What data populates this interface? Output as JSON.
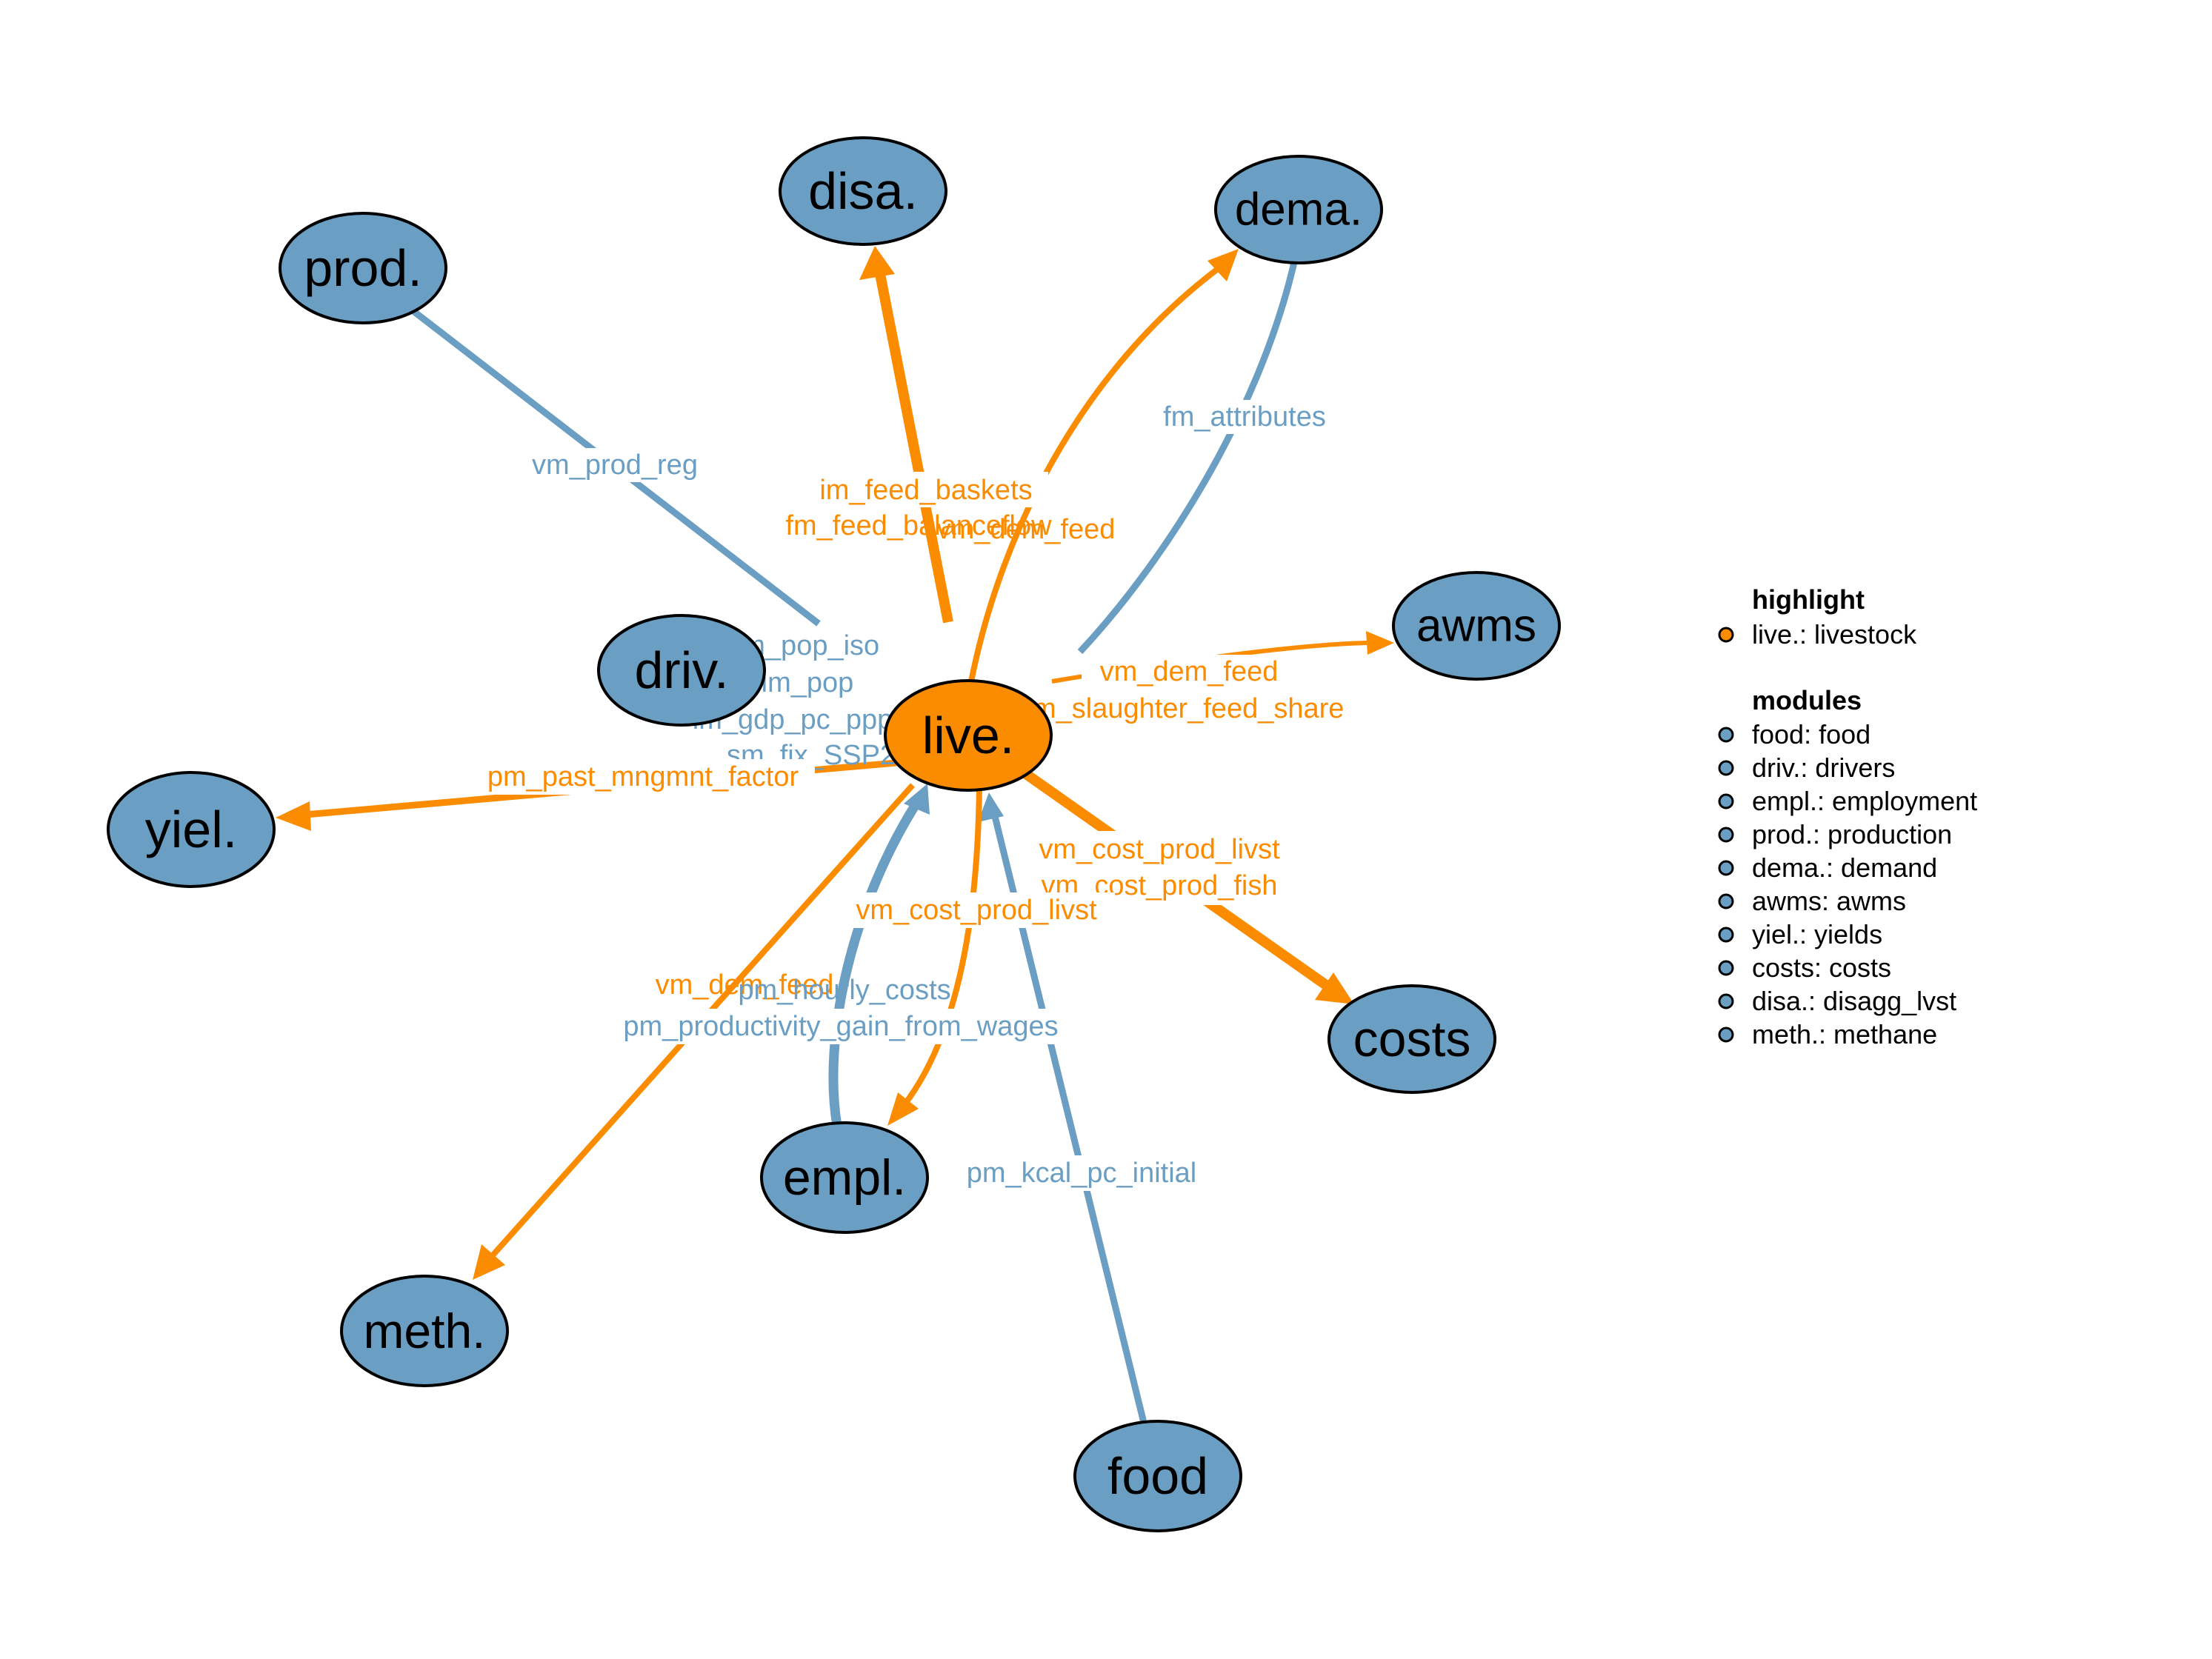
{
  "graph": {
    "nodes": {
      "live": "live.",
      "disa": "disa.",
      "dema": "dema.",
      "prod": "prod.",
      "driv": "driv.",
      "awms": "awms",
      "yiel": "yiel.",
      "costs": "costs",
      "empl": "empl.",
      "meth": "meth.",
      "food": "food"
    },
    "edge_labels": {
      "prod_live": "vm_prod_reg",
      "dema_live": "fm_attributes",
      "live_disa_1": "im_feed_baskets",
      "live_disa_2": "fm_feed_balanceflow",
      "live_dema": "vm_dem_feed",
      "driv_live_1": "im_pop_iso",
      "driv_live_2": "im_pop",
      "driv_live_3": "im_gdp_pc_ppp",
      "driv_live_4": "sm_fix_SSP2",
      "live_awms_1": "vm_dem_feed",
      "live_awms_2": "im_slaughter_feed_share",
      "live_yiel": "pm_past_mngmnt_factor",
      "live_costs_1": "vm_cost_prod_livst",
      "live_costs_2": "vm_cost_prod_fish",
      "live_empl": "vm_cost_prod_livst",
      "live_meth": "vm_dem_feed",
      "empl_live_1": "pm_hourly_costs",
      "empl_live_2": "pm_productivity_gain_from_wages",
      "food_live": "pm_kcal_pc_initial"
    }
  },
  "legend": {
    "highlight_title": "highlight",
    "highlight_item": "live.: livestock",
    "modules_title": "modules",
    "modules": [
      "food: food",
      "driv.: drivers",
      "empl.: employment",
      "prod.: production",
      "dema.: demand",
      "awms: awms",
      "yiel.: yields",
      "costs: costs",
      "disa.: disagg_lvst",
      "meth.: methane"
    ]
  },
  "colors": {
    "module": "#6b9ec3",
    "highlight": "#fb8c00"
  }
}
